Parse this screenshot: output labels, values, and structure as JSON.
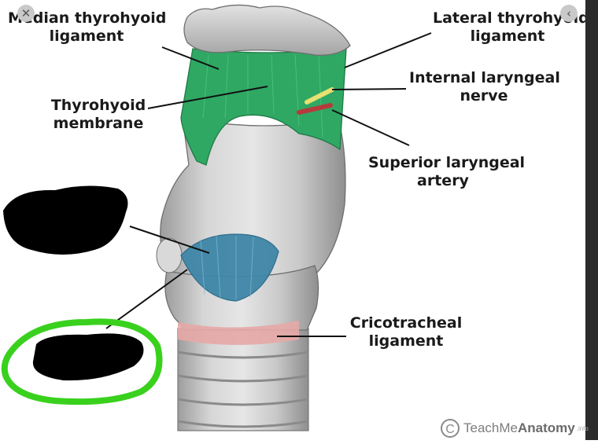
{
  "labels": {
    "median_thyrohyoid": [
      "Median thyrohyoid",
      "ligament"
    ],
    "lateral_thyrohyoid": [
      "Lateral thyrohyoid",
      "ligament"
    ],
    "thyrohyoid_membrane": [
      "Thyrohyoid",
      "membrane"
    ],
    "internal_laryngeal": [
      "Internal laryngeal",
      "nerve"
    ],
    "superior_laryngeal": [
      "Superior laryngeal",
      "artery"
    ],
    "cricotracheal": [
      "Cricotracheal",
      "ligament"
    ]
  },
  "watermark": {
    "symbol": "C",
    "brand_light": "TeachMe",
    "brand_bold": "Anatomy",
    "suffix": ".info"
  },
  "controls": {
    "left_icon": "x-icon",
    "right_icon": "chevron-icon",
    "left_glyph": "✕",
    "right_glyph": "‹"
  },
  "colors": {
    "membrane": "#2fa864",
    "cricothyroid": "#3f86a8",
    "cricotracheal": "#e7a7a7",
    "nerve": "#e8e070",
    "artery": "#b53b3b",
    "highlight_circle": "#39d11d",
    "redaction": "#000000",
    "cartilage": "#cfcfcf"
  }
}
